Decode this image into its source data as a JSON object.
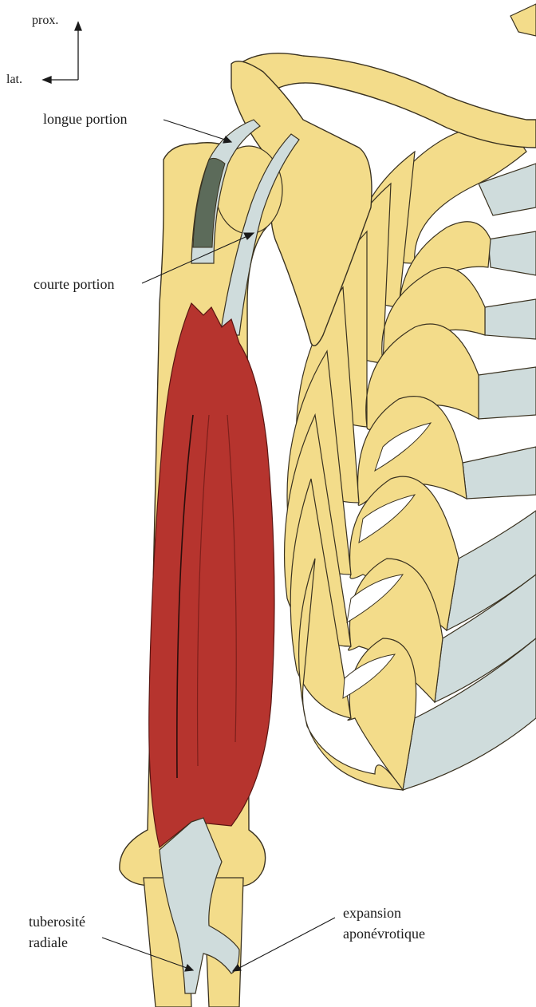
{
  "orientation": {
    "proximal": "prox.",
    "lateral": "lat."
  },
  "labels": {
    "long_head": "longue portion",
    "short_head": "courte portion",
    "radial_tuberosity_line1": "tuberosité",
    "radial_tuberosity_line2": "radiale",
    "aponeurosis_line1": "expansion",
    "aponeurosis_line2": "aponévrotique"
  },
  "colors": {
    "bone": "#f3dc8a",
    "bone_outline": "#3a3220",
    "cartilage": "#cfdcdc",
    "muscle": "#b6342e",
    "muscle_dark": "#7d1f1b",
    "tendon_dark": "#5c6b5a"
  }
}
